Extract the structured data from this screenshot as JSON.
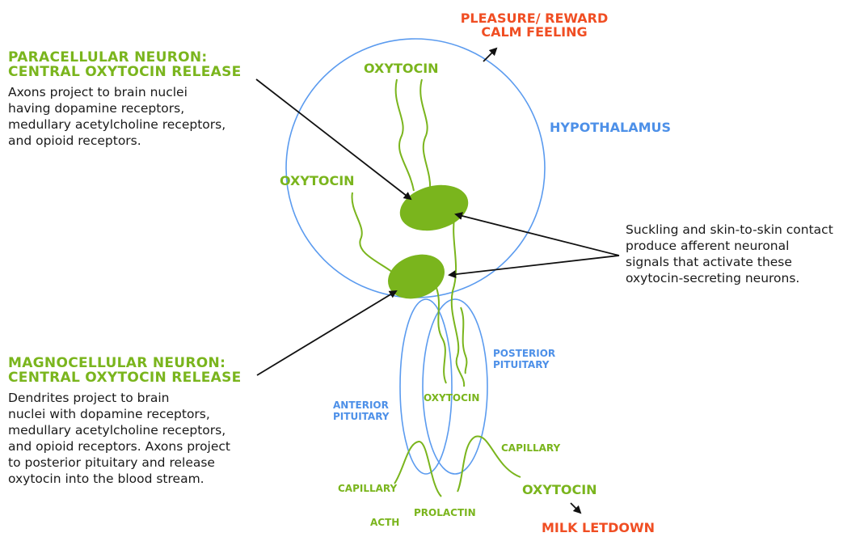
{
  "colors": {
    "outline_blue": "#5b9bef",
    "neuron_green": "#7ab51d",
    "label_red": "#f04e23",
    "arrow_black": "#111111"
  },
  "reward": {
    "line1": "PLEASURE/ REWARD",
    "line2": "CALM FEELING"
  },
  "paracellular": {
    "title_line1": "PARACELLULAR NEURON:",
    "title_line2": "CENTRAL OXYTOCIN RELEASE",
    "body": [
      "Axons project to brain nuclei",
      "having dopamine receptors,",
      "medullary acetylcholine receptors,",
      "and opioid receptors."
    ]
  },
  "magnocellular": {
    "title_line1": "MAGNOCELLULAR NEURON:",
    "title_line2": "CENTRAL OXYTOCIN RELEASE",
    "body": [
      "Dendrites project to brain",
      "nuclei with dopamine receptors,",
      "medullary acetylcholine receptors,",
      "and opioid receptors. Axons project",
      "to posterior pituitary and release",
      "oxytocin into the blood stream."
    ]
  },
  "suckling": {
    "body": [
      "Suckling and skin-to-skin contact",
      "produce afferent neuronal",
      "signals that activate these",
      "oxytocin-secreting neurons."
    ]
  },
  "labels": {
    "hypothalamus": "HYPOTHALAMUS",
    "oxytocin_top": "OXYTOCIN",
    "oxytocin_left": "OXYTOCIN",
    "oxytocin_pituitary": "OXYTOCIN",
    "oxytocin_bottom": "OXYTOCIN",
    "posterior_pituitary_line1": "POSTERIOR",
    "posterior_pituitary_line2": "PITUITARY",
    "anterior_pituitary_line1": "ANTERIOR",
    "anterior_pituitary_line2": "PITUITARY",
    "capillary_left": "CAPILLARY",
    "capillary_right": "CAPILLARY",
    "acth": "ACTH",
    "prolactin": "PROLACTIN",
    "milk_letdown": "MILK LETDOWN"
  }
}
